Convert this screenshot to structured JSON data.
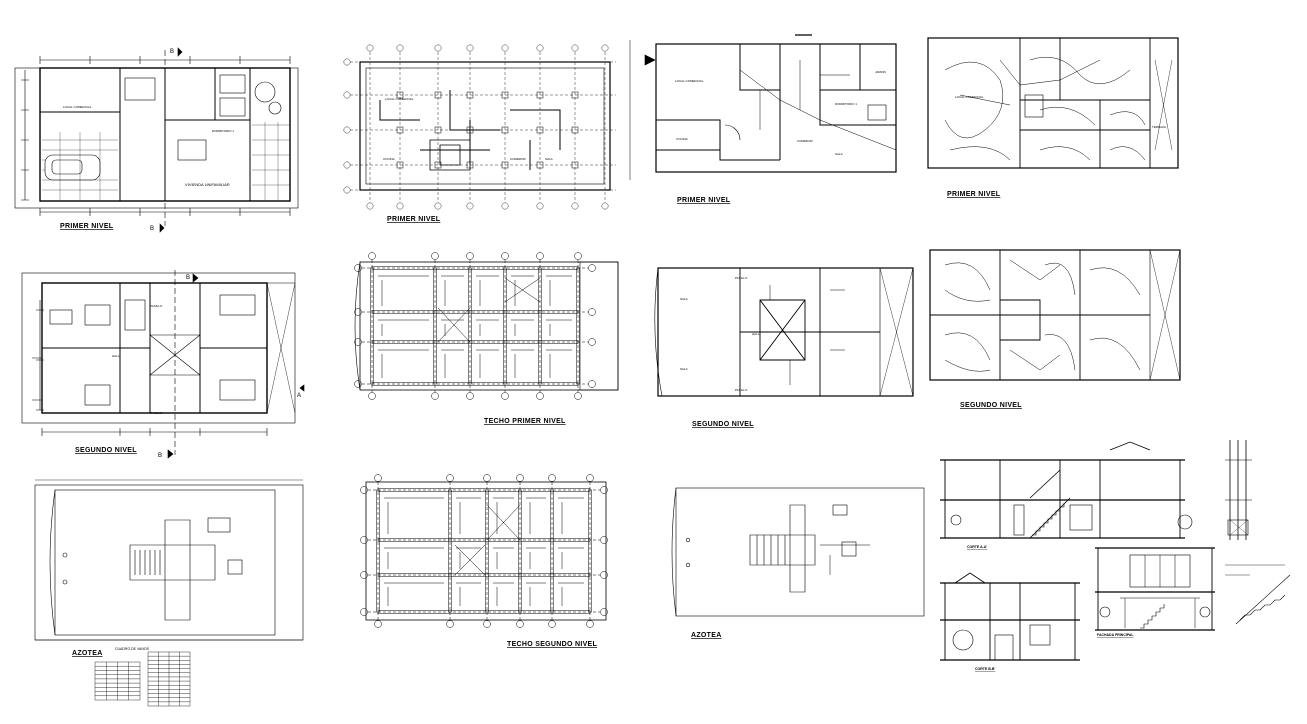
{
  "sheet": {
    "ink": "#000000",
    "background": "#ffffff",
    "drawings": [
      {
        "id": "plan-arq-1",
        "label": "PRIMER NIVEL"
      },
      {
        "id": "plan-struct-1",
        "label": "PRIMER NIVEL"
      },
      {
        "id": "plan-san-1",
        "label": "PRIMER NIVEL"
      },
      {
        "id": "plan-elec-1",
        "label": "PRIMER NIVEL"
      },
      {
        "id": "plan-arq-2",
        "label": "SEGUNDO   NIVEL"
      },
      {
        "id": "techo-1",
        "label": "TECHO PRIMER NIVEL"
      },
      {
        "id": "plan-san-2",
        "label": "SEGUNDO   NIVEL"
      },
      {
        "id": "plan-elec-2",
        "label": "SEGUNDO   NIVEL"
      },
      {
        "id": "azotea-1",
        "label": "AZOTEA"
      },
      {
        "id": "techo-2",
        "label": "TECHO SEGUNDO NIVEL"
      },
      {
        "id": "azotea-2",
        "label": "AZOTEA"
      },
      {
        "id": "corte-aa",
        "label": "CORTE A-A'"
      },
      {
        "id": "corte-bb",
        "label": "CORTE B-B'"
      },
      {
        "id": "fachada",
        "label": "FACHADA PRINCIPAL"
      }
    ],
    "table_title": "CUADRO DE VANOS",
    "section_marks": {
      "a": "A",
      "b": "B"
    },
    "room_names": {
      "local": "LOCAL COMERCIAL",
      "vivienda": "VIVIENDA UNIFAMILIAR",
      "dormitorio": "DORMITORIO 1",
      "sala": "SALA",
      "cocina": "COCINA",
      "comedor": "COMEDOR",
      "pasillo": "PASILLO",
      "hall": "HALL",
      "jardin": "JARDIN",
      "terraza": "TERRAZA"
    }
  }
}
